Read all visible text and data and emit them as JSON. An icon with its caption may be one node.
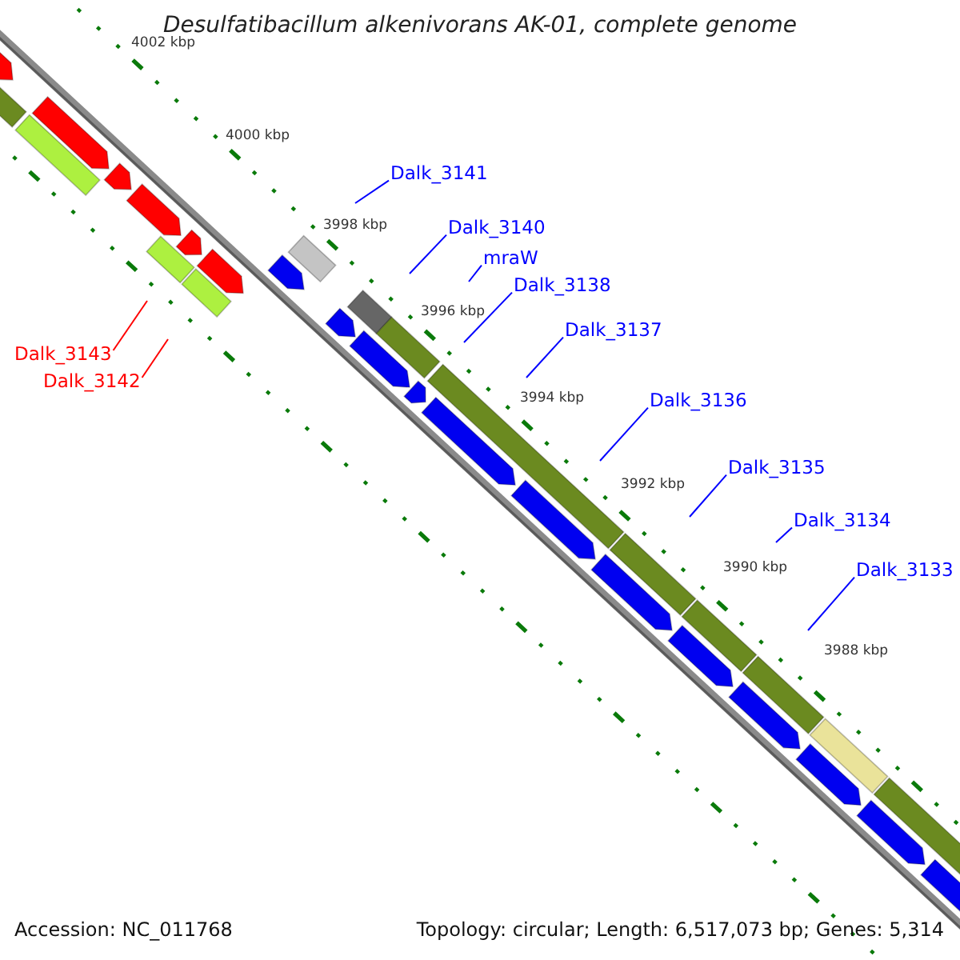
{
  "diagram": {
    "title": "Desulfatibacillum alkenivorans AK-01, complete genome",
    "nodes": [
      {
        "text": [
          "Dalk_3141"
        ]
      },
      {
        "text": [
          "Dalk_3140"
        ]
      },
      {
        "text": [
          "mraW"
        ]
      },
      {
        "text": [
          "Dalk_3138"
        ]
      },
      {
        "text": [
          "Dalk_3137"
        ]
      },
      {
        "text": [
          "Dalk_3143"
        ]
      },
      {
        "text": [
          "Dalk_3142"
        ]
      },
      {
        "text": [
          "Dalk_3136"
        ]
      },
      {
        "text": [
          "Dalk_3135"
        ]
      },
      {
        "text": [
          "Dalk_3134"
        ]
      },
      {
        "text": [
          "Dalk_3133"
        ]
      }
    ],
    "edges": [
      {
        "from": 0,
        "to": null,
        "arrow": "none"
      },
      {
        "from": 1,
        "to": null,
        "arrow": "none"
      },
      {
        "from": 2,
        "to": null,
        "arrow": "none"
      },
      {
        "from": 3,
        "to": null,
        "arrow": "none"
      },
      {
        "from": 4,
        "to": null,
        "arrow": "none"
      },
      {
        "from": 5,
        "to": null,
        "arrow": "none",
        "color": "#ff0000"
      },
      {
        "from": 6,
        "to": null,
        "arrow": "none",
        "color": "#ff0000"
      },
      {
        "from": 7,
        "to": null,
        "arrow": "none"
      },
      {
        "from": 8,
        "to": null,
        "arrow": "none"
      },
      {
        "from": 9,
        "to": null,
        "arrow": "none"
      },
      {
        "from": 10,
        "to": null,
        "arrow": "none"
      }
    ],
    "labels": [
      "4002 kbp",
      "4000 kbp",
      "3998 kbp",
      "3996 kbp",
      "3994 kbp",
      "3992 kbp",
      "3990 kbp",
      "3988 kbp",
      "Accession: NC_011768",
      "Topology: circular; Length: 6,517,073 bp; Genes: 5,314"
    ]
  }
}
